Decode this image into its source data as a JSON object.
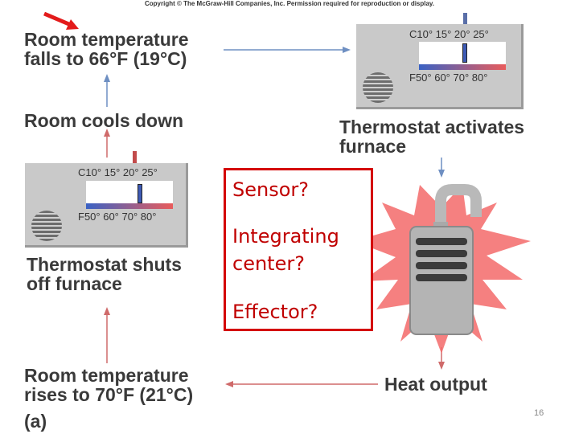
{
  "copyright": "Copyright © The McGraw-Hill Companies, Inc. Permission required for reproduction or display.",
  "labels": {
    "room_falls_line1": "Room temperature",
    "room_falls_line2": "falls to 66°F (19°C)",
    "room_cools": "Room cools down",
    "thermostat_activates_line1": "Thermostat activates",
    "thermostat_activates_line2": "furnace",
    "thermostat_shuts_line1": "Thermostat shuts",
    "thermostat_shuts_line2": "off furnace",
    "room_rises_line1": "Room temperature",
    "room_rises_line2": "rises to 70°F (21°C)",
    "heat_output": "Heat output",
    "panel_letter": "(a)"
  },
  "thermostat_top": {
    "celsius_scale": "C10°  15° 20°  25°",
    "fahrenheit_scale": "F50°  60°  70°  80°"
  },
  "thermostat_left": {
    "celsius_scale": "C10° 15°  20°   25°",
    "fahrenheit_scale": "F50°  60°  70°  80°"
  },
  "questions": {
    "sensor": "Sensor?",
    "integrating_line1": "Integrating",
    "integrating_line2": "center?",
    "effector": "Effector?"
  },
  "page_number": "16",
  "colors": {
    "accent_red": "#d40000",
    "arrow_blue": "#5b7fb5",
    "arrow_red": "#c04040"
  }
}
